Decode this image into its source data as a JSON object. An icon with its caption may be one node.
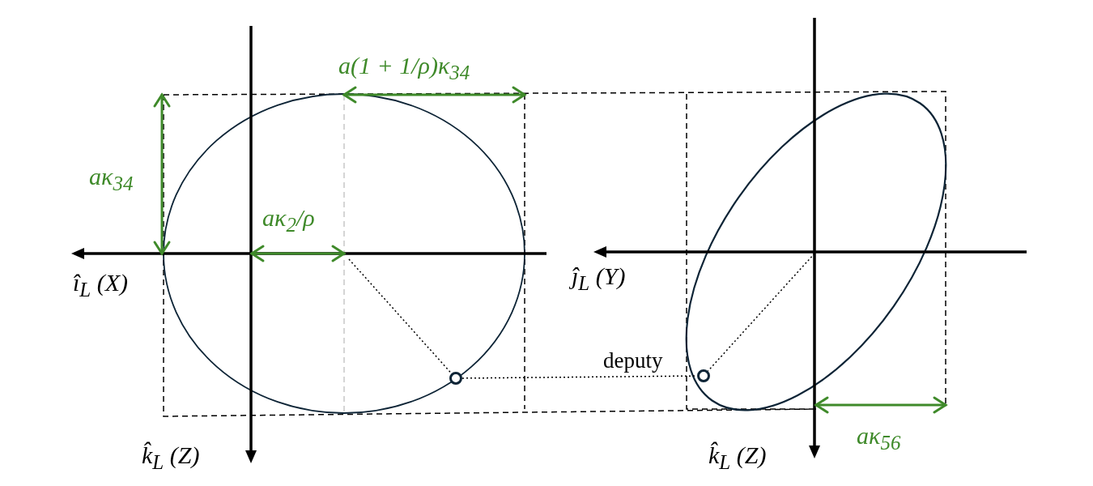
{
  "diagram": {
    "nodes": [
      {
        "text": [],
        "shape": "circle"
      },
      {
        "text": [],
        "shape": "circle"
      }
    ],
    "edges": [
      {
        "from": null,
        "to": 0,
        "arrow": "none",
        "style": "dashed"
      },
      {
        "from": 0,
        "to": 1,
        "arrow": "none",
        "label": "deputy",
        "style": "dashed"
      },
      {
        "from": null,
        "to": 1,
        "arrow": "none",
        "style": "dashed"
      }
    ],
    "labels": [
      "a(1 + 1/ρ)κ$_{34}$",
      "aκ$_{34}$",
      "aκ$_{2}$/ρ",
      "î$_{L}$ (X)",
      "ĵ$_{L}$ (Y)",
      "k̂$_{L}$ (Z)",
      "aκ$_{56}$",
      "k̂$_{L}$ (Z)"
    ]
  }
}
